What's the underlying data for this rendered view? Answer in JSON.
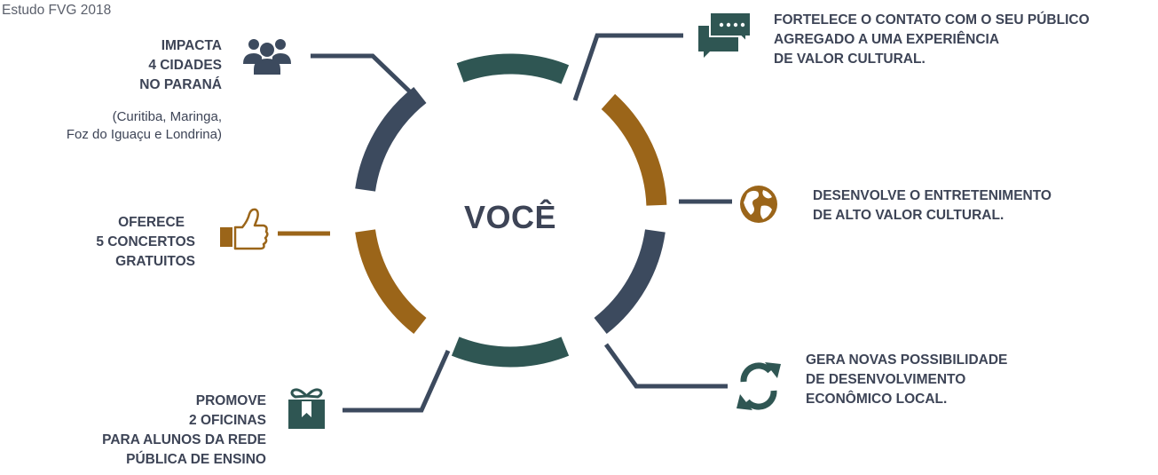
{
  "source": "Estudo FVG 2018",
  "center": {
    "label": "VOCÊ"
  },
  "colors": {
    "slate": "#3c4a5e",
    "teal": "#2f5653",
    "brown": "#9b6519"
  },
  "impacts": {
    "cities": {
      "icon": "people-group-icon",
      "lines": [
        "IMPACTA",
        "4  CIDADES",
        "NO PARANÁ"
      ],
      "detail": [
        "(Curitiba, Maringa,",
        "Foz do Iguaçu e Londrina)"
      ]
    },
    "concerts": {
      "icon": "thumbs-up-icon",
      "lines": [
        "OFERECE",
        "5 CONCERTOS",
        "GRATUITOS"
      ]
    },
    "workshops": {
      "icon": "gift-icon",
      "lines": [
        "PROMOVE",
        "2 OFICINAS",
        "PARA ALUNOS DA REDE",
        "PÚBLICA DE ENSINO"
      ]
    }
  },
  "benefits": {
    "contact": {
      "icon": "chat-bubble-icon",
      "lines": [
        "FORTELECE O CONTATO COM O SEU PÚBLICO",
        "AGREGADO A UMA  EXPERIÊNCIA",
        "DE VALOR CULTURAL."
      ]
    },
    "entertainment": {
      "icon": "globe-icon",
      "lines": [
        "DESENVOLVE O ENTRETENIMENTO",
        "DE ALTO VALOR CULTURAL."
      ]
    },
    "economy": {
      "icon": "refresh-icon",
      "lines": [
        "GERA NOVAS POSSIBILIDADE",
        "DE DESENVOLVIMENTO",
        "ECONÔMICO LOCAL."
      ]
    }
  }
}
